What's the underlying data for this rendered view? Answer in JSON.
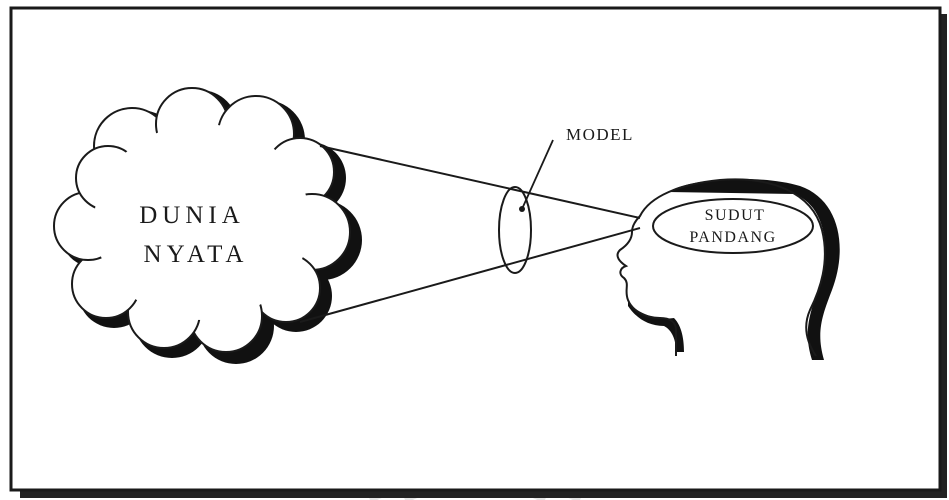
{
  "diagram": {
    "cloud_label_line1": "DUNIA",
    "cloud_label_line2": "NYATA",
    "model_label": "MODEL",
    "head_label_line1": "SUDUT",
    "head_label_line2": "PANDANG"
  },
  "colors": {
    "ink": "#1a1a1a",
    "shadow": "#111111",
    "background": "#ffffff",
    "watermark": "#e6e6e6"
  }
}
